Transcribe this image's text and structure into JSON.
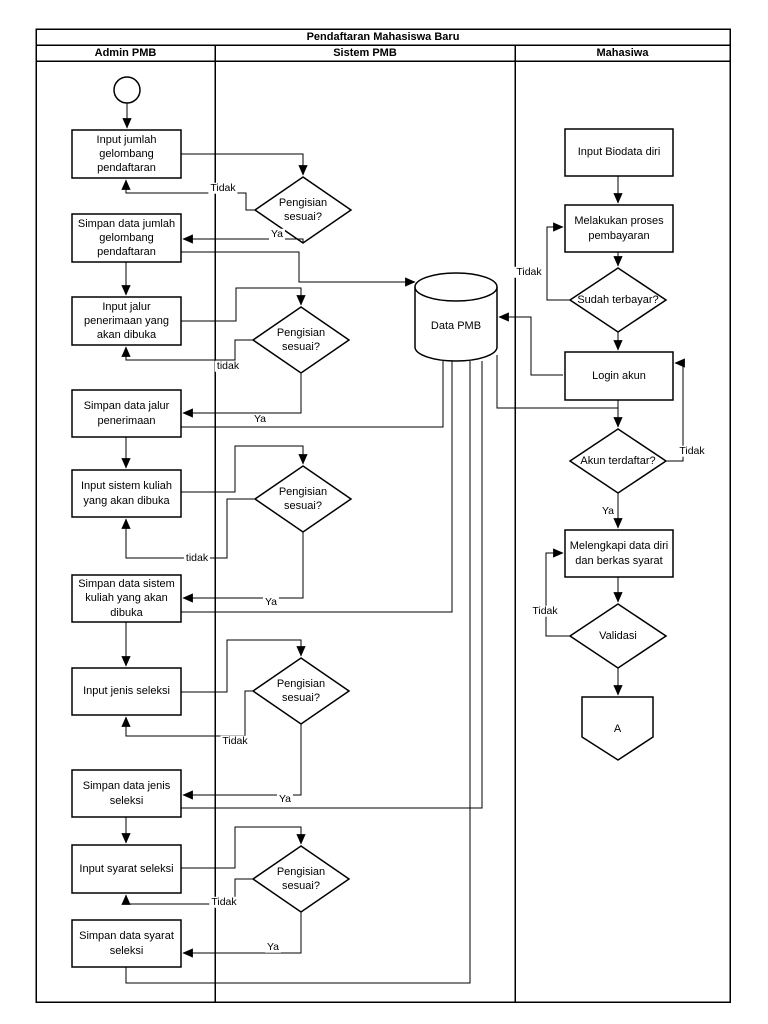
{
  "diagram_title": "Pendaftaran Mahasiswa Baru",
  "lanes": [
    "Admin PMB",
    "Sistem PMB",
    "Mahasiwa"
  ],
  "admin_nodes": [
    "Input jumlah gelombang pendaftaran",
    "Simpan data jumlah gelombang pendaftaran",
    "Input jalur penerimaan yang akan dibuka",
    "Simpan data jalur penerimaan",
    "Input sistem kuliah yang akan dibuka",
    "Simpan data sistem kuliah yang akan dibuka",
    "Input jenis seleksi",
    "Simpan data jenis seleksi",
    "Input syarat seleksi",
    "Simpan data syarat seleksi"
  ],
  "sistem_decisions": [
    "Pengisian sesuai?",
    "Pengisian sesuai?",
    "Pengisian sesuai?",
    "Pengisian sesuai?",
    "Pengisian sesuai?"
  ],
  "datastore_label": "Data PMB",
  "mahasiswa_nodes": [
    "Input Biodata diri",
    "Melakukan proses pembayaran",
    "Sudah terbayar?",
    "Login akun",
    "Akun terdaftar?",
    "Melengkapi data diri dan berkas syarat",
    "Validasi"
  ],
  "offpage_connector": "A",
  "edge_labels": {
    "pengisian1_no": "Tidak",
    "pengisian1_yes": "Ya",
    "pengisian2_no": "tidak",
    "pengisian2_yes": "Ya",
    "pengisian3_no": "tidak",
    "pengisian3_yes": "Ya",
    "pengisian4_no": "Tidak",
    "pengisian4_yes": "Ya",
    "pengisian5_no": "Tidak",
    "pengisian5_yes": "Ya",
    "sudah_terbayar_no": "Tidak",
    "akun_terdaftar_no": "Tidak",
    "akun_terdaftar_yes": "Ya",
    "validasi_no": "Tidak"
  },
  "colors": {
    "stroke": "#000000",
    "fill": "#ffffff",
    "text": "#000000"
  }
}
